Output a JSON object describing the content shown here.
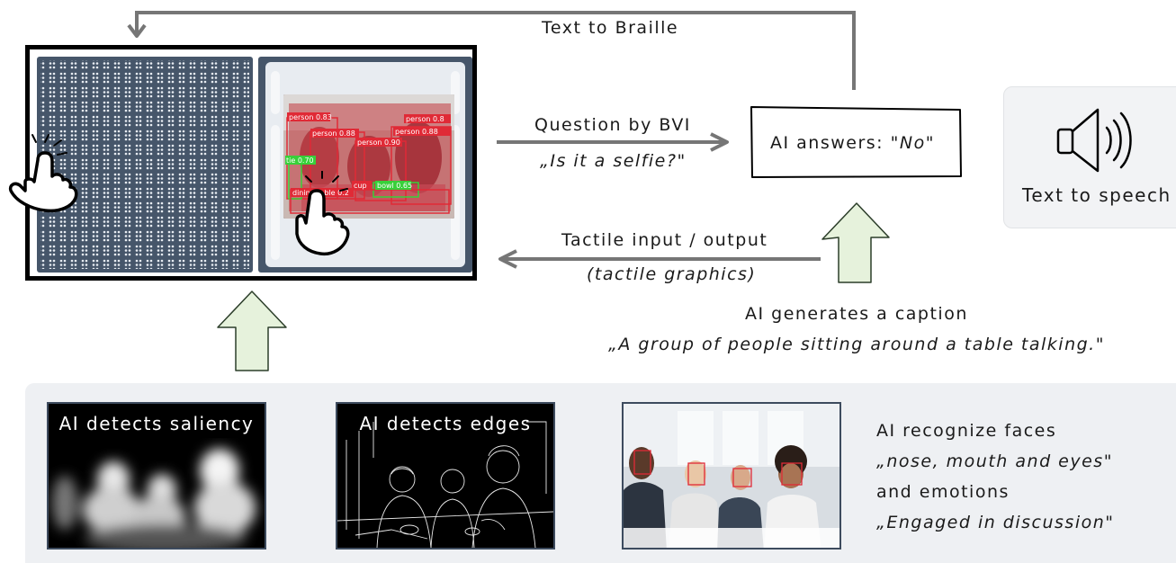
{
  "labels": {
    "text_to_braille": "Text to Braille",
    "question_by_bvi": "Question by BVI",
    "question_text": "„Is it a selfie?\"",
    "ai_answers_prefix": "AI answers:",
    "ai_answers_value": "\"No\"",
    "text_to_speech": "Text to speech",
    "tactile_io": "Tactile input / output",
    "tactile_graphics": "(tactile graphics)",
    "caption_title": "AI generates a caption",
    "caption_text": "„A group of people sitting around a table talking.\"",
    "saliency": "AI detects saliency",
    "edges": "AI detects edges",
    "faces_line1": "AI recognize faces",
    "faces_line2": "„nose, mouth and eyes\"",
    "faces_line3": "and emotions",
    "faces_line4": "„Engaged in discussion\""
  },
  "detections": [
    "person 0.83",
    "person 0.88",
    "person 0.90",
    "person 0.8",
    "person 0.88",
    "tie 0.70",
    "cup",
    "bowl 0.65",
    "dining table 0.2"
  ],
  "colors": {
    "panel": "#46566a",
    "arrow_gray": "#767676",
    "green_arrow_fill": "#e6f2dc",
    "green_arrow_stroke": "#2c3e2a",
    "detection_red": "#e02a36",
    "detection_green": "#38d03a"
  },
  "icons": [
    "hand-pointer-icon",
    "speaker-icon"
  ]
}
